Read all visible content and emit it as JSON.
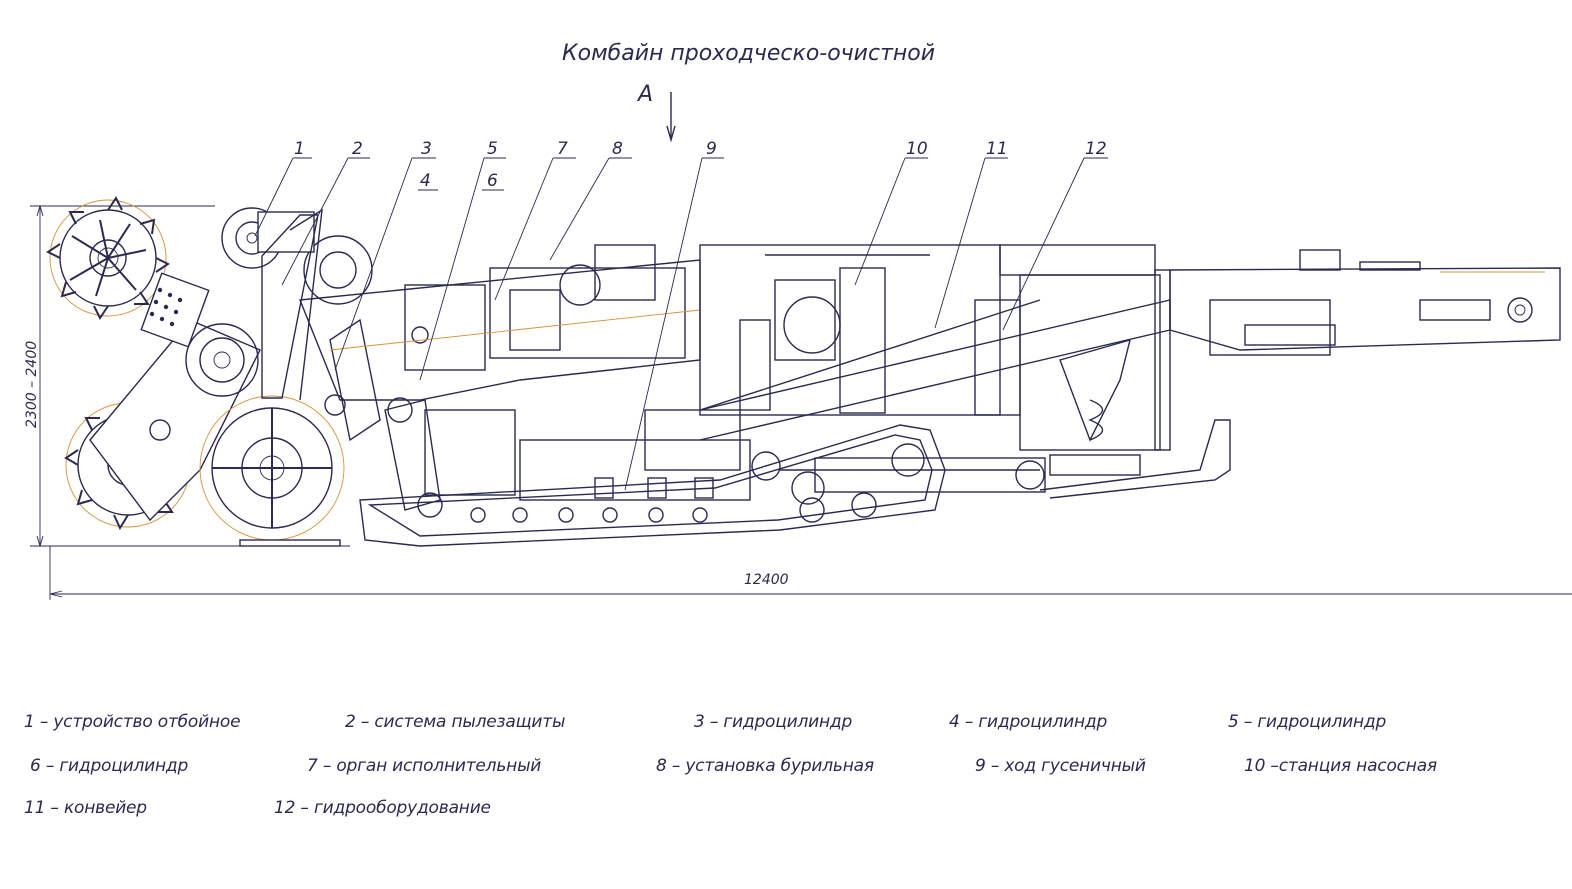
{
  "title": "Комбайн проходческо-очистной",
  "view_label": "А",
  "dimensions": {
    "height": "2300 – 2400",
    "length": "12400"
  },
  "callouts": [
    "1",
    "2",
    "3",
    "4",
    "5",
    "6",
    "7",
    "8",
    "9",
    "10",
    "11",
    "12"
  ],
  "legend": [
    "1 – устройство отбойное",
    "2 – система пылезащиты",
    "3 – гидроцилиндр",
    "4 – гидроцилиндр",
    "5 – гидроцилиндр",
    "6 – гидроцилиндр",
    "7 – орган исполнительный",
    "8 – установка бурильная",
    "9 – ход гусеничный",
    "10 –станция насосная",
    "11 – конвейер",
    "12 – гидрооборудование"
  ],
  "colors": {
    "line": "#2a2a50",
    "accent": "#d9903a",
    "background": "#ffffff"
  }
}
